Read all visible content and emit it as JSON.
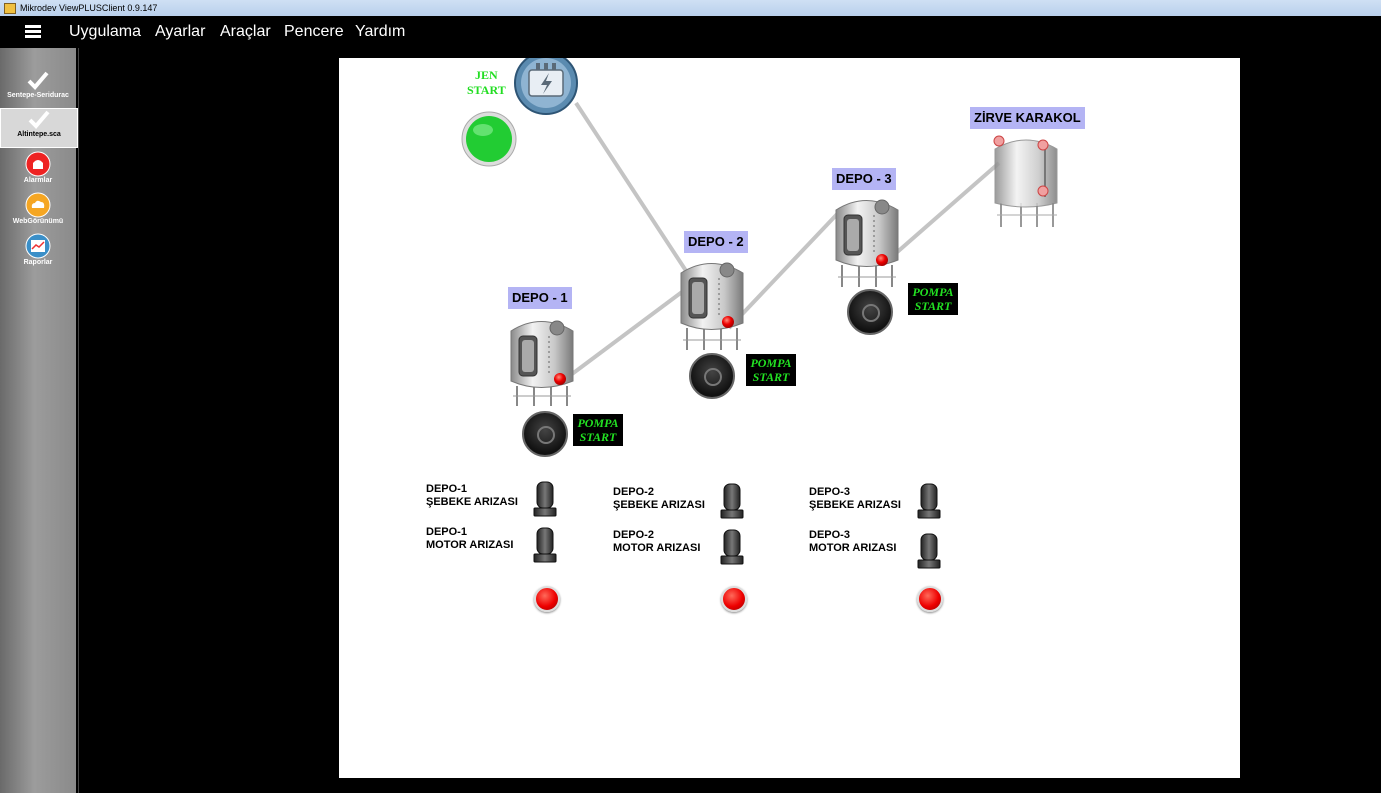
{
  "window": {
    "title": "Mikrodev ViewPLUSClient 0.9.147"
  },
  "menu": {
    "items": [
      "Uygulama",
      "Ayarlar",
      "Araçlar",
      "Pencere",
      "Yardım"
    ]
  },
  "sidebar": {
    "items": [
      {
        "label": "Sentepe-Seridurac",
        "icon": "checkmark-icon",
        "active": false
      },
      {
        "label": "Altintepe.sca",
        "icon": "checkmark-icon",
        "active": true
      },
      {
        "label": "Alarmlar",
        "icon": "alarm-siren-icon",
        "active": false
      },
      {
        "label": "WebGörünümü",
        "icon": "cloud-icon",
        "active": false
      },
      {
        "label": "Raporlar",
        "icon": "report-chart-icon",
        "active": false
      }
    ]
  },
  "scada": {
    "generator": {
      "label_line1": "JEN",
      "label_line2": "START",
      "status_color": "#22cc33"
    },
    "tanks": [
      {
        "label": "DEPO - 1"
      },
      {
        "label": "DEPO - 2"
      },
      {
        "label": "DEPO -  3"
      },
      {
        "label": "ZİRVE KARAKOL"
      }
    ],
    "pumps": [
      {
        "line1": "POMPA",
        "line2": "START"
      },
      {
        "line1": "POMPA",
        "line2": "START"
      },
      {
        "line1": "POMPA",
        "line2": "START"
      }
    ],
    "alarms": [
      {
        "grid_line1": "DEPO-1",
        "grid_line2": "ŞEBEKE ARIZASI",
        "motor_line1": "DEPO-1",
        "motor_line2": "MOTOR  ARIZASI"
      },
      {
        "grid_line1": "DEPO-2",
        "grid_line2": "ŞEBEKE ARIZASI",
        "motor_line1": "DEPO-2",
        "motor_line2": "MOTOR  ARIZASI"
      },
      {
        "grid_line1": "DEPO-3",
        "grid_line2": "ŞEBEKE ARIZASI",
        "motor_line1": "DEPO-3",
        "motor_line2": "MOTOR  ARIZASI"
      }
    ],
    "colors": {
      "label_bg": "#b4b4f4",
      "pump_text": "#22e022",
      "fault_lamp": "#e00000"
    }
  }
}
